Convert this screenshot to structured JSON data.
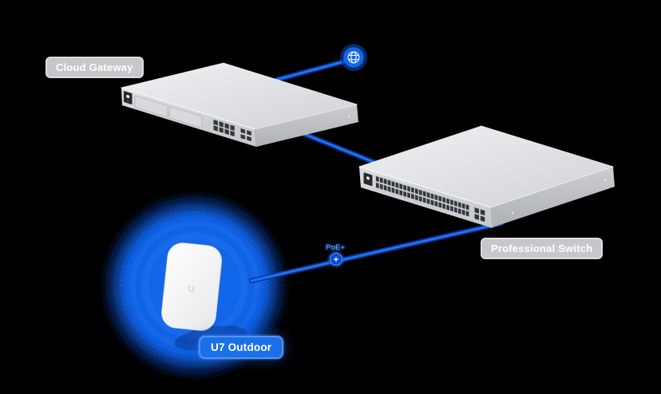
{
  "labels": {
    "cloud_gateway": "Cloud Gateway",
    "professional_switch": "Professional Switch",
    "u7_outdoor": "U7 Outdoor"
  },
  "poe": {
    "text": "PoE+",
    "symbol": "+"
  },
  "ap": {
    "logo_glyph": "U"
  },
  "icons": {
    "internet": "globe-icon",
    "poe_power": "poe-plus-icon"
  },
  "colors": {
    "background": "#000000",
    "accent_blue": "#1567e7",
    "connection_line": "#2573f0",
    "connection_glow": "#0a3fa8",
    "gray_label_background": "#c7c7cb",
    "blue_label_background": "#1b6fe9",
    "label_text": "#ffffff"
  },
  "connections": [
    {
      "from": "internet",
      "to": "cloud-gateway"
    },
    {
      "from": "cloud-gateway",
      "to": "professional-switch"
    },
    {
      "from": "professional-switch",
      "to": "u7-outdoor",
      "badge": "PoE+"
    }
  ]
}
